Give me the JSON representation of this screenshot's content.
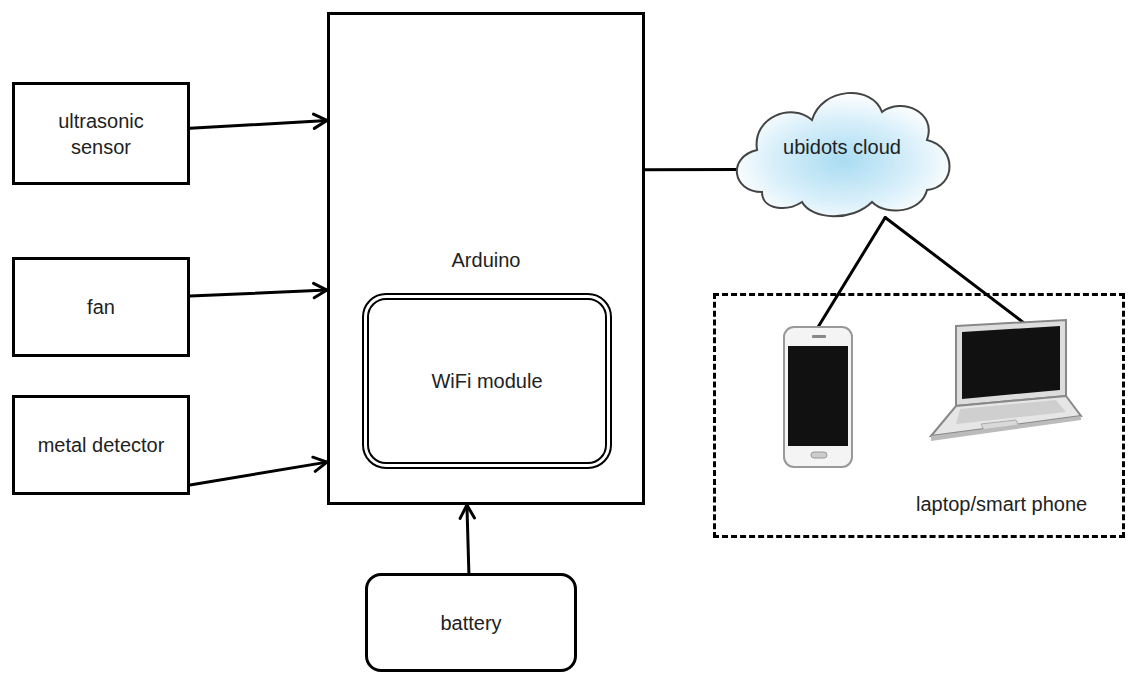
{
  "diagram": {
    "nodes": [
      {
        "text": [
          "ultrasonic sensor"
        ]
      },
      {
        "text": [
          "fan"
        ]
      },
      {
        "text": [
          "metal detector"
        ]
      },
      {
        "text": [
          "Arduino"
        ]
      },
      {
        "text": [
          "WiFi module"
        ],
        "in": 3
      },
      {
        "text": [
          "battery"
        ]
      },
      {
        "text": [
          "ubidots cloud"
        ]
      },
      {
        "text": [
          "laptop/smart phone"
        ]
      }
    ],
    "edges": [
      {
        "from": 0,
        "to": 3,
        "arrow": "to"
      },
      {
        "from": 1,
        "to": 3,
        "arrow": "to"
      },
      {
        "from": 2,
        "to": 3,
        "arrow": "to"
      },
      {
        "from": 5,
        "to": 3,
        "arrow": "to"
      },
      {
        "from": 3,
        "to": 6,
        "arrow": "none"
      },
      {
        "from": 6,
        "to": 7,
        "arrow": "none"
      }
    ]
  }
}
